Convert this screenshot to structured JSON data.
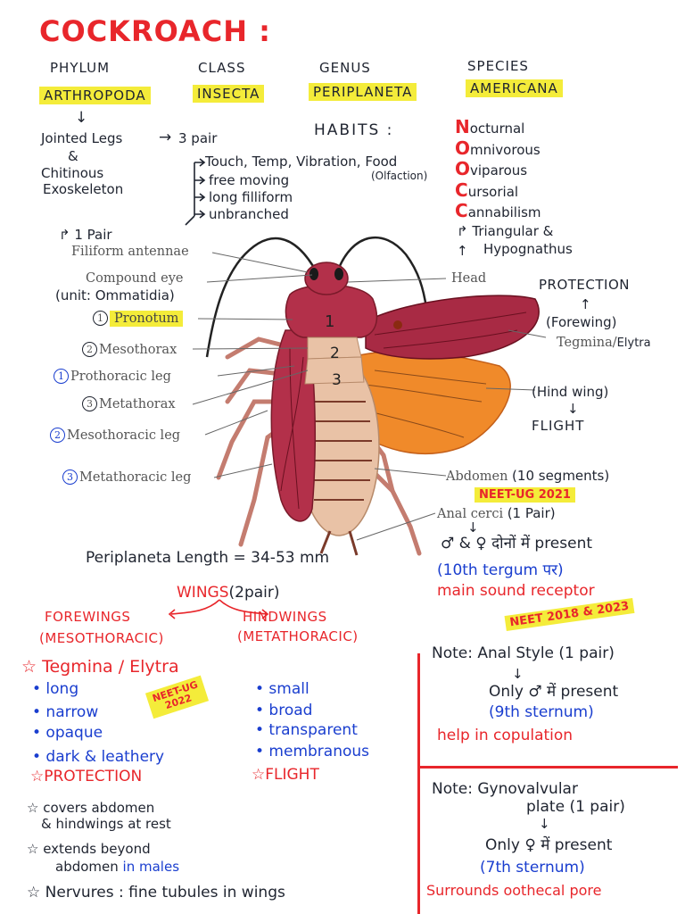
{
  "title": "COCKROACH :",
  "taxonomy": {
    "phylum_label": "PHYLUM",
    "phylum": "ARTHROPODA",
    "class_label": "CLASS",
    "class": "INSECTA",
    "genus_label": "GENUS",
    "genus": "PERIPLANETA",
    "species_label": "SPECIES",
    "species": "AMERICANA"
  },
  "phylum_notes": {
    "jointed": "Jointed Legs",
    "amp": "&",
    "chitin1": "Chitinous",
    "chitin2": "Exoskeleton",
    "pair": "3 pair"
  },
  "antenna_notes": [
    "Touch, Temp, Vibration, Food",
    "free moving",
    "long filliform",
    "unbranched"
  ],
  "olfaction": "(Olfaction)",
  "habits": {
    "label": "HABITS :",
    "items": [
      {
        "letter": "N",
        "rest": "octurnal"
      },
      {
        "letter": "O",
        "rest": "mnivorous"
      },
      {
        "letter": "O",
        "rest": "viparous"
      },
      {
        "letter": "C",
        "rest": "ursorial"
      },
      {
        "letter": "C",
        "rest": "annabilism"
      }
    ]
  },
  "labels_left": {
    "one_pair": "1 Pair",
    "antennae": "Filiform antennae",
    "eye": "Compound eye",
    "unit": "(unit: Ommatidia)",
    "n1": "1",
    "pronotum": "Pronotum",
    "n2": "2",
    "mesothorax": "Mesothorax",
    "b1": "1",
    "proleg": "Prothoracic leg",
    "n3": "3",
    "metathorax": "Metathorax",
    "b2": "2",
    "mesoleg": "Mesothoracic leg",
    "b3": "3",
    "metaleg": "Metathoracic leg"
  },
  "labels_right": {
    "triangular": "Triangular &",
    "hypognathus": "Hypognathus",
    "head": "Head",
    "protection": "PROTECTION",
    "forewing": "(Forewing)",
    "tegmina": "Tegmina/",
    "elytra": "Elytra",
    "hindwing": "(Hind wing)",
    "flight": "FLIGHT",
    "abdomen": "Abdomen",
    "segments": "(10 segments)",
    "neet2021": "NEET-UG 2021",
    "cerci": "Anal cerci",
    "cerci_pair": "(1 Pair)"
  },
  "body_numbers": [
    "1",
    "2",
    "3"
  ],
  "length_line": {
    "genus": "Periplaneta",
    "text": "Length = 34-53 mm"
  },
  "cerci_notes": {
    "present": "♂ & ♀ दोनों में present",
    "tergum": "(10th tergum पर)",
    "receptor": "main sound receptor"
  },
  "wings": {
    "heading": "WINGS",
    "heading_pair": "(2pair)",
    "fore": "FOREWINGS",
    "fore_sub": "(MESOTHORACIC)",
    "hind": "HINDWINGS",
    "hind_sub": "(METATHORACIC)",
    "tegmina": "☆ Tegmina / Elytra",
    "fore_items": [
      "• long",
      "• narrow",
      "• opaque",
      "• dark & leathery"
    ],
    "fore_role": "☆PROTECTION",
    "neet2022_a": "NEET-UG",
    "neet2022_b": "2022",
    "hind_items": [
      "• small",
      "• broad",
      "• transparent",
      "• membranous"
    ],
    "hind_role": "☆FLIGHT",
    "covers1": "☆ covers abdomen",
    "covers2": "& hindwings at rest",
    "extends1": "☆ extends beyond",
    "extends2": "abdomen",
    "in_males": "in males",
    "nervures": "☆ Nervures : fine tubules in wings"
  },
  "note1": {
    "neet": "NEET 2018 & 2023",
    "title": "Note: Anal Style (1 pair)",
    "only": "Only ♂ में present",
    "sternum": "(9th sternum)",
    "help": "help in copulation"
  },
  "note2": {
    "title": "Note: Gynovalvular",
    "plate": "plate (1 pair)",
    "only": "Only ♀ में present",
    "sternum": "(7th sternum)",
    "surrounds": "Surrounds oothecal pore"
  },
  "colors": {
    "accent_red": "#e8262b",
    "ink_blue": "#1a3ecf",
    "highlight": "#f4ec3a",
    "body_red": "#b3304a",
    "hindwing": "#f08a2a"
  }
}
